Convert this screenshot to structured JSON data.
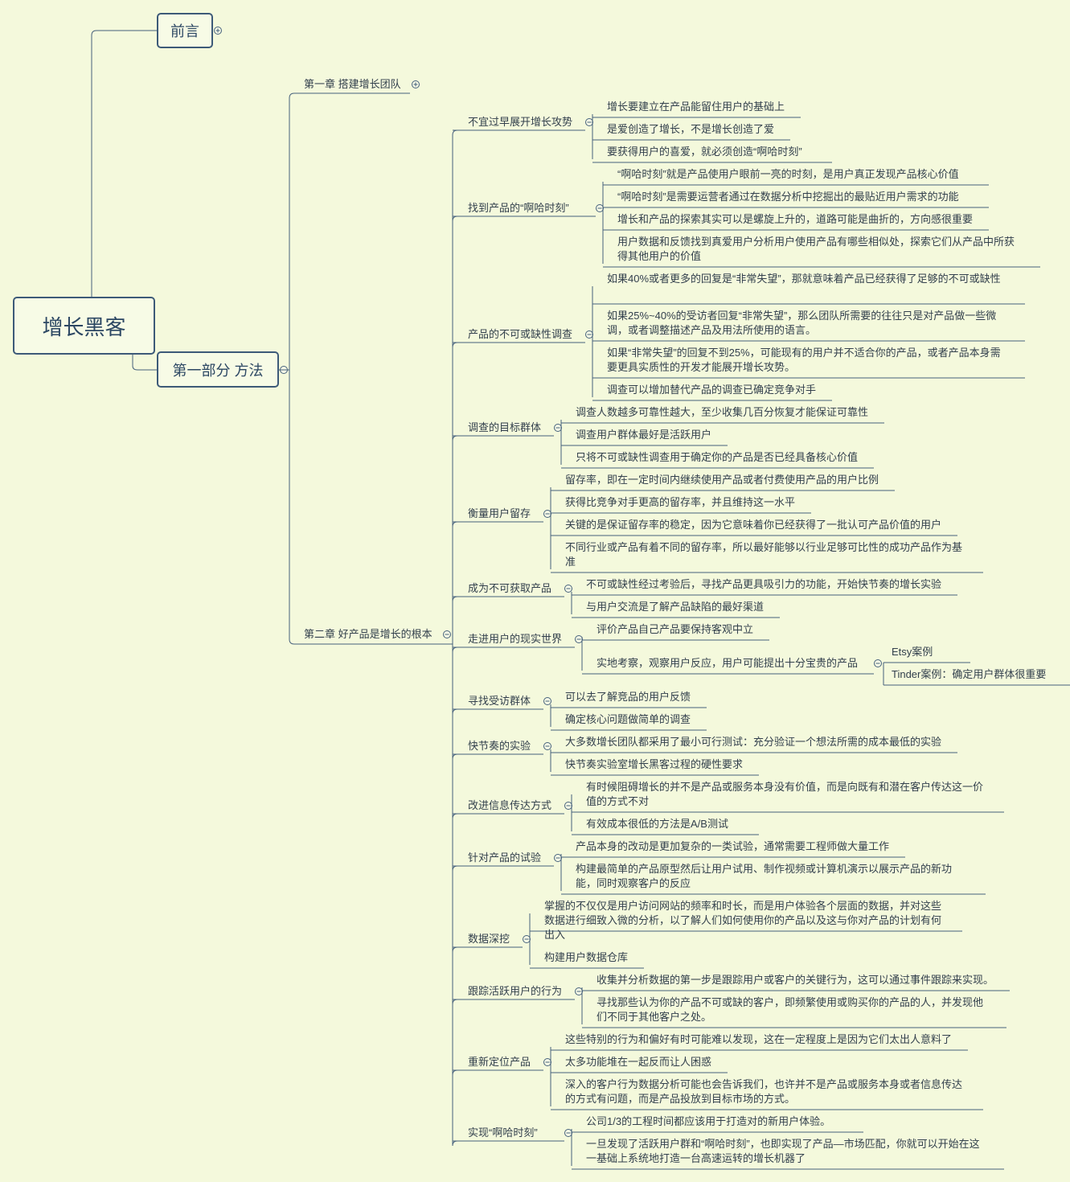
{
  "root": {
    "label": "增长黑客"
  },
  "preface": {
    "label": "前言"
  },
  "part1": {
    "label": "第一部分 方法"
  },
  "ch1": {
    "label": "第一章 搭建增长团队"
  },
  "ch2": {
    "label": "第二章 好产品是增长的根本"
  },
  "topics": [
    {
      "label": "不宜过早展开增长攻势",
      "items": [
        {
          "text": "增长要建立在产品能留住用户的基础上"
        },
        {
          "text": "是爱创造了增长，不是增长创造了爱"
        },
        {
          "text": "要获得用户的喜爱，就必须创造“啊哈时刻”"
        }
      ]
    },
    {
      "label": "找到产品的“啊哈时刻”",
      "items": [
        {
          "text": "“啊哈时刻”就是产品使用户眼前一亮的时刻，是用户真正发现产品核心价值"
        },
        {
          "text": "“啊哈时刻”是需要运营者通过在数据分析中挖掘出的最贴近用户需求的功能"
        },
        {
          "text": "增长和产品的探索其实可以是螺旋上升的，道路可能是曲折的，方向感很重要"
        },
        {
          "text": "用户数据和反馈找到真爱用户分析用户使用产品有哪些相似处，探索它们从产品中所获得其他用户的价值"
        }
      ]
    },
    {
      "label": "产品的不可或缺性调查",
      "items": [
        {
          "text": "如果40%或者更多的回复是“非常失望”，那就意味着产品已经获得了足够的不可或缺性"
        },
        {
          "text": "如果25%~40%的受访者回复“非常失望”，那么团队所需要的往往只是对产品做一些微调，或者调整描述产品及用法所使用的语言。"
        },
        {
          "text": "如果“非常失望”的回复不到25%，可能现有的用户并不适合你的产品，或者产品本身需要更具实质性的开发才能展开增长攻势。"
        },
        {
          "text": "调查可以增加替代产品的调查已确定竞争对手"
        }
      ]
    },
    {
      "label": "调查的目标群体",
      "items": [
        {
          "text": "调查人数越多可靠性越大，至少收集几百分恢复才能保证可靠性"
        },
        {
          "text": "调查用户群体最好是活跃用户"
        },
        {
          "text": "只将不可或缺性调查用于确定你的产品是否已经具备核心价值"
        }
      ]
    },
    {
      "label": "衡量用户留存",
      "items": [
        {
          "text": "留存率，即在一定时间内继续使用产品或者付费使用产品的用户比例"
        },
        {
          "text": "获得比竞争对手更高的留存率，并且维持这一水平"
        },
        {
          "text": "关键的是保证留存率的稳定，因为它意味着你已经获得了一批认可产品价值的用户"
        },
        {
          "text": "不同行业或产品有着不同的留存率，所以最好能够以行业足够可比性的成功产品作为基准"
        }
      ]
    },
    {
      "label": "成为不可获取产品",
      "items": [
        {
          "text": "不可或缺性经过考验后，寻找产品更具吸引力的功能，开始快节奏的增长实验"
        },
        {
          "text": "与用户交流是了解产品缺陷的最好渠道"
        }
      ]
    },
    {
      "label": "走进用户的现实世界",
      "items": [
        {
          "text": "评价产品自己产品要保持客观中立"
        },
        {
          "text": "实地考察，观察用户反应，用户可能提出十分宝贵的产品",
          "children": [
            {
              "text": "Etsy案例"
            },
            {
              "text": "Tinder案例：确定用户群体很重要"
            }
          ]
        }
      ]
    },
    {
      "label": "寻找受访群体",
      "items": [
        {
          "text": "可以去了解竞品的用户反馈"
        },
        {
          "text": "确定核心问题做简单的调查"
        }
      ]
    },
    {
      "label": "快节奏的实验",
      "items": [
        {
          "text": "大多数增长团队都采用了最小可行测试：充分验证一个想法所需的成本最低的实验"
        },
        {
          "text": "快节奏实验室增长黑客过程的硬性要求"
        }
      ]
    },
    {
      "label": "改进信息传达方式",
      "items": [
        {
          "text": "有时候阻碍增长的并不是产品或服务本身没有价值，而是向既有和潜在客户传达这一价值的方式不对"
        },
        {
          "text": "有效成本很低的方法是A/B测试"
        }
      ]
    },
    {
      "label": "针对产品的试验",
      "items": [
        {
          "text": "产品本身的改动是更加复杂的一类试验，通常需要工程师做大量工作"
        },
        {
          "text": "构建最简单的产品原型然后让用户试用、制作视频或计算机演示以展示产品的新功能，同时观察客户的反应"
        }
      ]
    },
    {
      "label": "数据深挖",
      "items": [
        {
          "text": "掌握的不仅仅是用户访问网站的频率和时长，而是用户体验各个层面的数据，并对这些数据进行细致入微的分析，以了解人们如何使用你的产品以及这与你对产品的计划有何出入"
        },
        {
          "text": "构建用户数据仓库"
        }
      ]
    },
    {
      "label": "跟踪活跃用户的行为",
      "items": [
        {
          "text": "收集并分析数据的第一步是跟踪用户或客户的关键行为，这可以通过事件跟踪来实现。"
        },
        {
          "text": "寻找那些认为你的产品不可或缺的客户，即频繁使用或购买你的产品的人，并发现他们不同于其他客户之处。"
        }
      ]
    },
    {
      "label": "重新定位产品",
      "items": [
        {
          "text": "这些特别的行为和偏好有时可能难以发现，这在一定程度上是因为它们太出人意料了"
        },
        {
          "text": "太多功能堆在一起反而让人困惑"
        },
        {
          "text": "深入的客户行为数据分析可能也会告诉我们，也许并不是产品或服务本身或者信息传达的方式有问题，而是产品投放到目标市场的方式。"
        }
      ]
    },
    {
      "label": "实现“啊哈时刻”",
      "items": [
        {
          "text": "公司1/3的工程时间都应该用于打造对的新用户体验。"
        },
        {
          "text": "一旦发现了活跃用户群和“啊哈时刻”，也即实现了产品—市场匹配，你就可以开始在这一基础上系统地打造一台高速运转的增长机器了"
        }
      ]
    }
  ]
}
